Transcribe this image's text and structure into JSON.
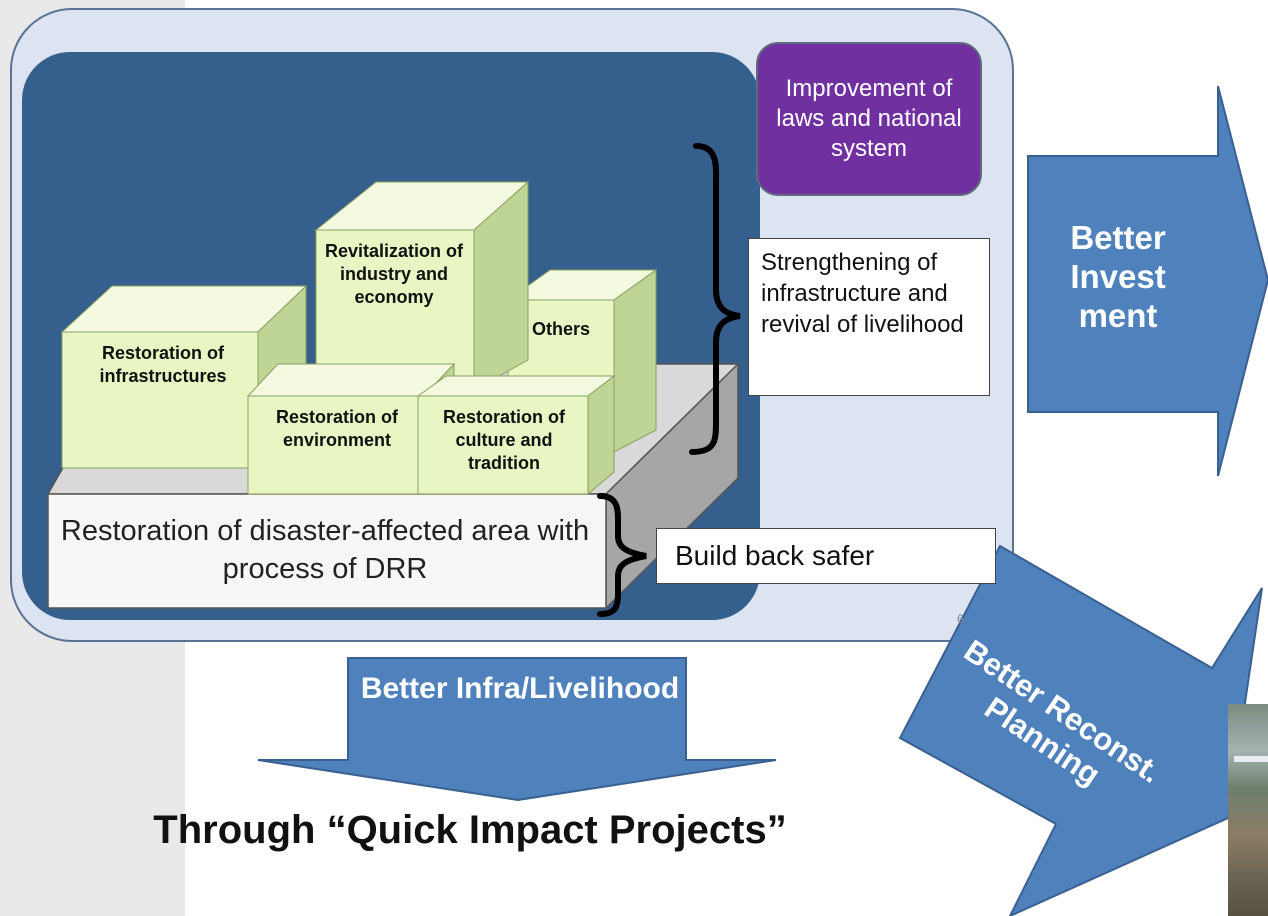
{
  "policy_box": "Improvement of laws and national system",
  "blocks": {
    "infrastructures": "Restoration of infrastructures",
    "industry": "Revitalization of industry and economy",
    "others": "Others",
    "environment": "Restoration of environment",
    "culture": "Restoration of culture and tradition"
  },
  "slab_label": "Restoration of disaster-affected area with process of DRR",
  "side_labels": {
    "strengthening": "Strengthening of infrastructure and revival of livelihood",
    "build_back": "Build back safer"
  },
  "arrows": {
    "invest": "Better Invest ment",
    "infra": "Better Infra/Livelihood",
    "planning": "Better Reconst. Planning"
  },
  "through_text": "Through “Quick Impact Projects”",
  "slide_number": "6",
  "colors": {
    "outer_panel": "#dbe4f0",
    "inner_panel": "#355f8c",
    "purple": "#7030a0",
    "block_green": "#e8f6c4",
    "arrow_blue": "#4f81bd"
  }
}
